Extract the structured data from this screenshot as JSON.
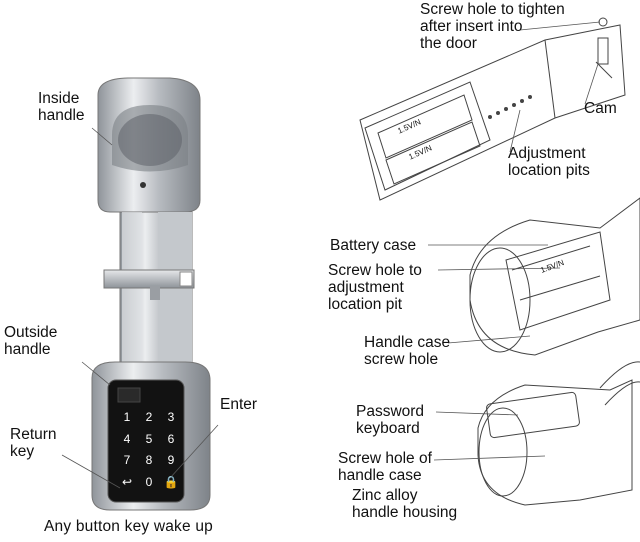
{
  "labels": {
    "inside_handle": "Inside\nhandle",
    "outside_handle": "Outside\nhandle",
    "return_key": "Return\nkey",
    "enter": "Enter",
    "caption": "Any button key wake up",
    "screw_hole_tighten": "Screw hole to tighten\nafter insert into\nthe door",
    "cam": "Cam",
    "adjustment_pits": "Adjustment\nlocation pits",
    "battery_case": "Battery case",
    "screw_hole_adjust": "Screw hole to\nadjustment\nlocation pit",
    "handle_case_screw": "Handle case\nscrew hole",
    "password_keyboard": "Password\nkeyboard",
    "screw_hole_handle_case": "Screw hole of\nhandle case",
    "zinc_alloy": "Zinc  alloy\nhandle housing"
  },
  "keypad": [
    "1",
    "2",
    "3",
    "4",
    "5",
    "6",
    "7",
    "8",
    "9",
    "↩",
    "0",
    "🔒"
  ],
  "battery_text": "1.5V/N",
  "colors": {
    "metal": "#c9ccd0",
    "keypad": "#121212",
    "line": "#444444"
  }
}
